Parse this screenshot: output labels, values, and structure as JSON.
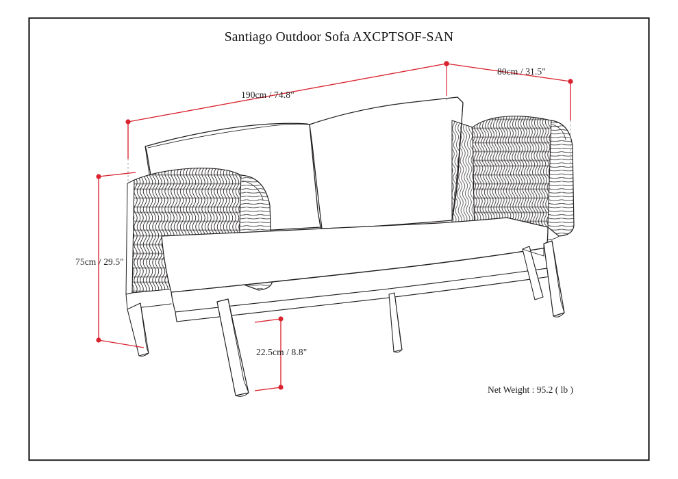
{
  "page": {
    "title": "Santiago Outdoor Sofa AXCPTSOF-SAN",
    "background_color": "#ffffff",
    "border_color": "#1a1a1a",
    "line_color": "#231f20",
    "dimension_color": "#d9232e",
    "extension_color": "#8a8a8a"
  },
  "dimensions": {
    "width": {
      "label": "190cm / 74.8\"",
      "cm": 190,
      "inch": 74.8,
      "axis": "width"
    },
    "depth": {
      "label": "80cm / 31.5\"",
      "cm": 80,
      "inch": 31.5,
      "axis": "depth"
    },
    "height": {
      "label": "75cm / 29.5\"",
      "cm": 75,
      "inch": 29.5,
      "axis": "height"
    },
    "clearance": {
      "label": "22.5cm / 8.8\"",
      "cm": 22.5,
      "inch": 8.8,
      "axis": "leg-clearance"
    }
  },
  "specs": {
    "net_weight": "Net Weight :  95.2 ( lb )",
    "net_weight_value": 95.2,
    "net_weight_unit": "lb"
  },
  "chart_data": {
    "type": "table",
    "title": "Santiago Outdoor Sofa AXCPTSOF-SAN",
    "categories": [
      "Width",
      "Depth",
      "Height",
      "Leg clearance",
      "Net weight"
    ],
    "values": [
      190,
      80,
      75,
      22.5,
      95.2
    ],
    "value_labels": [
      "190cm / 74.8\"",
      "80cm / 31.5\"",
      "75cm / 29.5\"",
      "22.5cm / 8.8\"",
      "95.2 ( lb )"
    ],
    "units": [
      "cm",
      "cm",
      "cm",
      "cm",
      "lb"
    ],
    "xlabel": "",
    "ylabel": "",
    "legend": []
  }
}
